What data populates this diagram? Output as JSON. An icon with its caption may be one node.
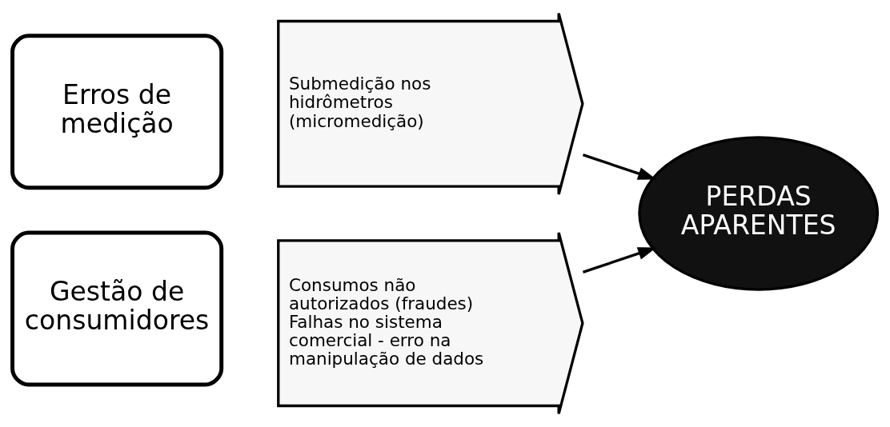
{
  "diagram": {
    "nodes": [
      {
        "text": [
          "Erros de medição"
        ]
      },
      {
        "text": [
          "Submedição nos hidrômetros (micromedição)"
        ]
      },
      {
        "text": [
          "Gestão de consumidores"
        ]
      },
      {
        "text": [
          "Consumos não autorizados (fraudes)",
          "Falhas no sistema comercial - erro na manipulação de dados"
        ]
      },
      {
        "text": [
          "PERDAS APARENTES"
        ]
      }
    ],
    "edges": [
      {
        "from": 1,
        "to": 4,
        "arrow": "to"
      },
      {
        "from": 3,
        "to": 4,
        "arrow": "to"
      }
    ]
  }
}
